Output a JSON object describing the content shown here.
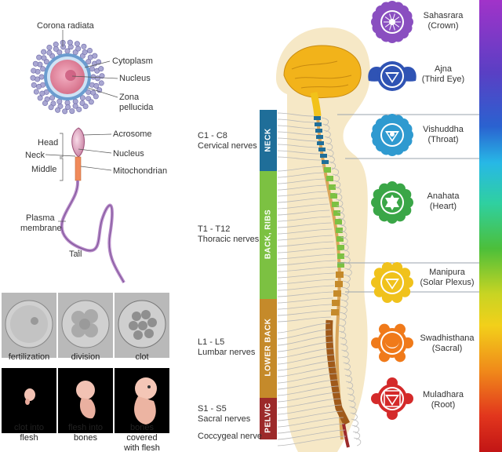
{
  "egg": {
    "corona_radiata": "Corona radiata",
    "cytoplasm": "Cytoplasm",
    "nucleus": "Nucleus",
    "zona_pellucida_1": "Zona",
    "zona_pellucida_2": "pellucida"
  },
  "sperm": {
    "acrosome": "Acrosome",
    "head": "Head",
    "nucleus": "Nucleus",
    "neck": "Neck",
    "middle": "Middle",
    "mitochondrian": "Mitochondrian",
    "plasma_1": "Plasma",
    "plasma_2": "membrane",
    "tail": "Tail"
  },
  "stages": [
    {
      "line1": "fertilization",
      "line2": ""
    },
    {
      "line1": "division",
      "line2": ""
    },
    {
      "line1": "clot",
      "line2": ""
    },
    {
      "line1": "clot into",
      "line2": "flesh"
    },
    {
      "line1": "flesh into",
      "line2": "bones"
    },
    {
      "line1": "bones covered",
      "line2": "with flesh"
    }
  ],
  "nerves": [
    {
      "range": "C1 - C8",
      "name": "Cervical nerves"
    },
    {
      "range": "T1 - T12",
      "name": "Thoracic nerves"
    },
    {
      "range": "L1 - L5",
      "name": "Lumbar nerves"
    },
    {
      "range": "S1 - S5",
      "name": "Sacral nerves"
    }
  ],
  "coccygeal": "Coccygeal nerve",
  "regions": [
    {
      "label": "NECK",
      "color": "#1f6e99"
    },
    {
      "label": "BACK, RIBS",
      "color": "#7cc142"
    },
    {
      "label": "LOWER BACK",
      "color": "#c58a2a"
    },
    {
      "label": "PELVIC",
      "color": "#9c2a2a"
    }
  ],
  "chakras": [
    {
      "name": "Sahasrara",
      "sub": "(Crown)",
      "color": "#8a4fc0",
      "icon": "crown-chakra-icon"
    },
    {
      "name": "Ajna",
      "sub": "(Third Eye)",
      "color": "#2f53b4",
      "icon": "third-eye-chakra-icon"
    },
    {
      "name": "Vishuddha",
      "sub": "(Throat)",
      "color": "#2f9ad0",
      "icon": "throat-chakra-icon"
    },
    {
      "name": "Anahata",
      "sub": "(Heart)",
      "color": "#3aa647",
      "icon": "heart-chakra-icon"
    },
    {
      "name": "Manipura",
      "sub": "(Solar Plexus)",
      "color": "#f0c21c",
      "icon": "solar-plexus-chakra-icon"
    },
    {
      "name": "Swadhisthana",
      "sub": "(Sacral)",
      "color": "#f07a1a",
      "icon": "sacral-chakra-icon"
    },
    {
      "name": "Muladhara",
      "sub": "(Root)",
      "color": "#d42a2a",
      "icon": "root-chakra-icon"
    }
  ]
}
